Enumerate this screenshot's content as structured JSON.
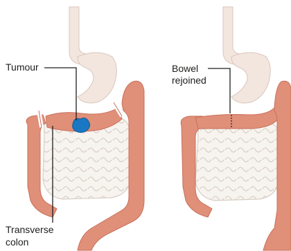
{
  "labels": {
    "tumour": "Tumour",
    "bowel": "Bowel",
    "rejoined": "rejoined",
    "transverse": "Transverse",
    "colon": "colon"
  },
  "colors": {
    "colon": "#e08f79",
    "colon_dark": "#c9705b",
    "small_intestine": "#f7f3ef",
    "small_intestine_line": "#d8cfc6",
    "stomach": "#f3e6df",
    "stomach_line": "#d9c6bc",
    "tumour": "#1a78c2",
    "leader_line": "#1d1d1b"
  }
}
